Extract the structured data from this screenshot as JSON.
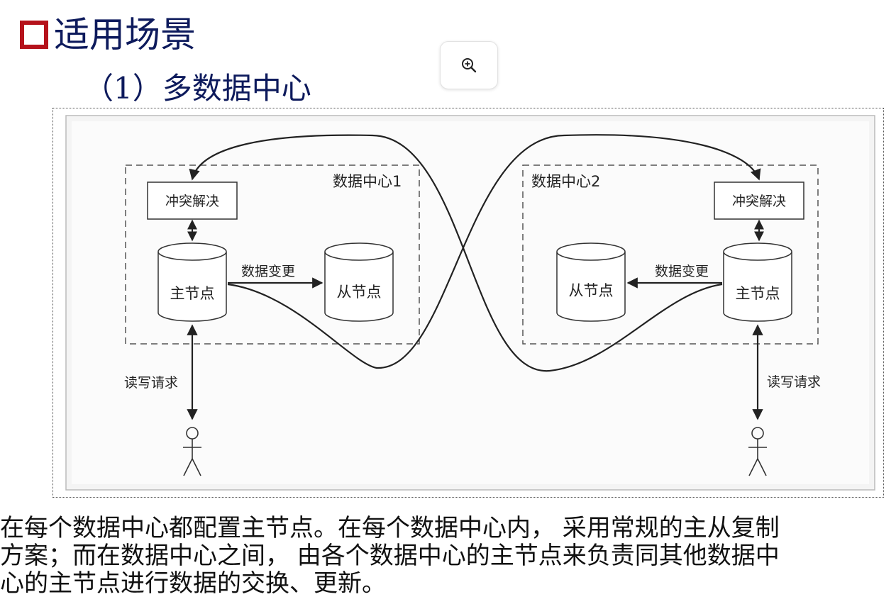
{
  "slide": {
    "title": "适用场景",
    "subtitle": "（1）多数据中心",
    "zoom_icon": "zoom-in-icon"
  },
  "diagram": {
    "dc1": {
      "label": "数据中心1",
      "conflict": "冲突解决",
      "master": "主节点",
      "replica": "从节点",
      "change": "数据变更",
      "request": "读写请求"
    },
    "dc2": {
      "label": "数据中心2",
      "conflict": "冲突解决",
      "master": "主节点",
      "replica": "从节点",
      "change": "数据变更",
      "request": "读写请求"
    }
  },
  "body": {
    "line1": "在每个数据中心都配置主节点。在每个数据中心内， 采用常规的主从复制",
    "line2": "方案；而在数据中心之间， 由各个数据中心的主节点来负责同其他数据中",
    "line3": "心的主节点进行数据的交换、更新。"
  }
}
